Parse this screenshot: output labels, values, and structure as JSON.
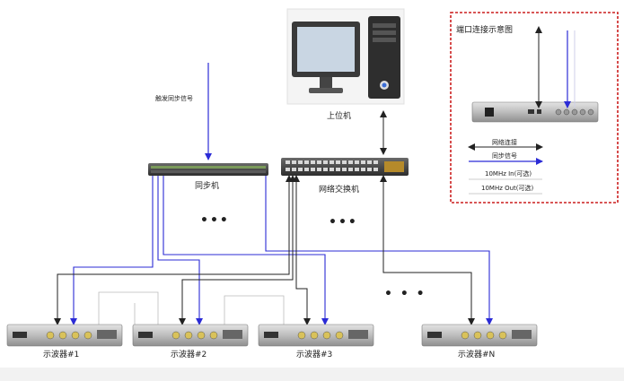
{
  "trigger_label": "触发同步信号",
  "host_label": "上位机",
  "sync_label": "同步机",
  "switch_label": "网络交换机",
  "ellipsis": "•••",
  "ellipsis_small": "• • •",
  "oscilloscopes": [
    {
      "label": "示波器#1"
    },
    {
      "label": "示波器#2"
    },
    {
      "label": "示波器#3"
    },
    {
      "label": "示波器#N"
    }
  ],
  "inset": {
    "title": "端口连接示意图",
    "legend": {
      "network": "网络连接",
      "sync": "同步信号",
      "ref_in": "10MHz In(可选)",
      "ref_out": "10MHz Out(可选)"
    }
  },
  "colors": {
    "network_line": "#222222",
    "sync_line": "#2b2bd6",
    "inset_border": "#cc1f1f"
  }
}
